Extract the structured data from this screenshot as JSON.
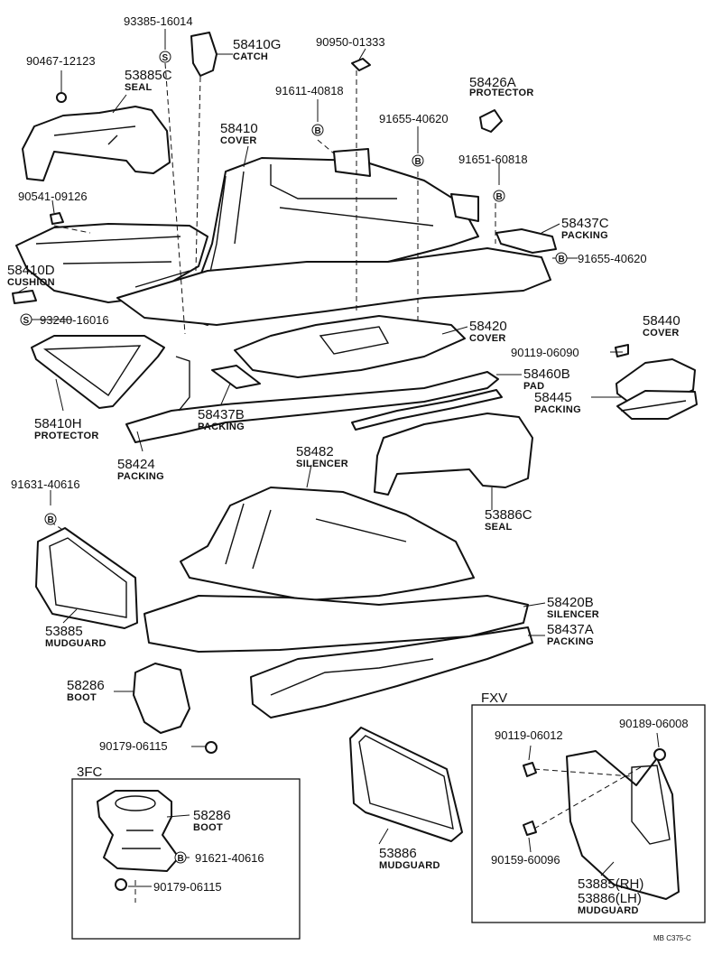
{
  "labels": {
    "p93385": "93385-16014",
    "p58410G": "58410G",
    "catch": "CATCH",
    "p90950": "90950-01333",
    "p90467": "90467-12123",
    "p53885C": "53885C",
    "seal1": "SEAL",
    "p91611": "91611-40818",
    "p58426A": "58426A",
    "protector1": "PROTECTOR",
    "p58410": "58410",
    "cover1": "COVER",
    "p91655a": "91655-40620",
    "p91651": "91651-60818",
    "p90541": "90541-09126",
    "p58437C": "58437C",
    "packing1": "PACKING",
    "p91655b": "91655-40620",
    "p58410D": "58410D",
    "cushion": "CUSHION",
    "p93240": "93240-16016",
    "p58420": "58420",
    "cover2": "COVER",
    "p58440": "58440",
    "cover3": "COVER",
    "p90119a": "90119-06090",
    "p58460B": "58460B",
    "pad": "PAD",
    "p58445": "58445",
    "packing2": "PACKING",
    "p58410H": "58410H",
    "protector2": "PROTECTOR",
    "p58437B": "58437B",
    "packing3": "PACKING",
    "p58424": "58424",
    "packing4": "PACKING",
    "p58482": "58482",
    "silencer1": "SILENCER",
    "p53886C": "53886C",
    "seal2": "SEAL",
    "p91631": "91631-40616",
    "p53885": "53885",
    "mudguard1": "MUDGUARD",
    "p58420B": "58420B",
    "silencer2": "SILENCER",
    "p58437A": "58437A",
    "packing5": "PACKING",
    "p58286a": "58286",
    "boot1": "BOOT",
    "p90179a": "90179-06115",
    "fxv": "FXV",
    "p90119b": "90119-06012",
    "p90189": "90189-06008",
    "p3fc": "3FC",
    "p58286b": "58286",
    "boot2": "BOOT",
    "p91621": "91621-40616",
    "p90179b": "90179-06115",
    "p53886": "53886",
    "mudguard2": "MUDGUARD",
    "p90159": "90159-60096",
    "p53885rh": "53885(RH)",
    "p53886lh": "53886(LH)",
    "mudguard3": "MUDGUARD",
    "footer": "MB C375-C"
  },
  "markers": {
    "s": "S",
    "b": "B"
  }
}
